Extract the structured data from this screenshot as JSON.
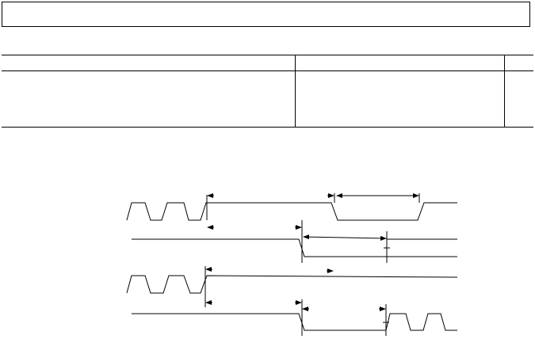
{
  "title_box": {
    "text": ""
  },
  "spec_table": {
    "columns": [
      "",
      "",
      ""
    ],
    "rows": [
      [
        "",
        "",
        ""
      ]
    ]
  },
  "timing_diagram": {
    "signals": [
      {
        "id": "clock-a"
      },
      {
        "id": "data-a"
      },
      {
        "id": "clock-b"
      },
      {
        "id": "data-b"
      }
    ]
  }
}
